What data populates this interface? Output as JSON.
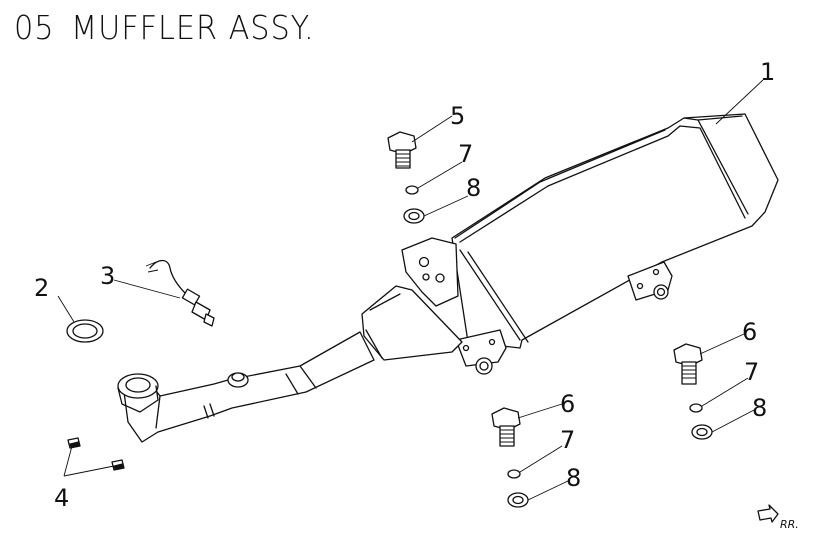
{
  "diagram": {
    "section_number": "05",
    "title": "MUFFLER ASSY.",
    "direction_label": "RR.",
    "callouts": {
      "muffler": "1",
      "gasket": "2",
      "o2_sensor": "3",
      "nut": "4",
      "bolt_top": "5",
      "bolt_right": "6",
      "bolt_bottom": "6",
      "washer_top": "7",
      "washer_right": "7",
      "washer_bottom": "7",
      "collar_top": "8",
      "collar_right": "8",
      "collar_bottom": "8"
    }
  }
}
